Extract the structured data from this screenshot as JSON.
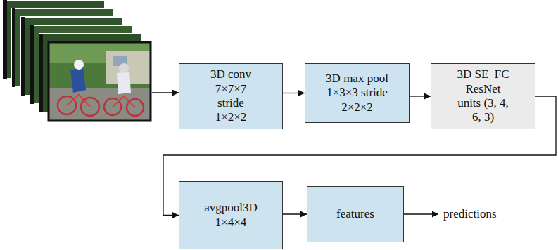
{
  "diagram": {
    "nodes": [
      {
        "text": [
          "3D conv 7×7×7 stride 1×2×2"
        ]
      },
      {
        "text": [
          "3D max pool 1×3×3 stride 2×2×2"
        ]
      },
      {
        "text": [
          "3D SE_FC ResNet units (3, 4, 6, 3)"
        ]
      },
      {
        "text": [
          "avgpool3D 1×4×4"
        ]
      },
      {
        "text": [
          "features"
        ]
      }
    ],
    "edges": [
      {
        "from": 0,
        "to": 1,
        "arrow": "to"
      },
      {
        "from": 1,
        "to": 2,
        "arrow": "to"
      },
      {
        "from": 2,
        "to": 3,
        "arrow": "to"
      },
      {
        "from": 3,
        "to": 4,
        "arrow": "to"
      }
    ],
    "labels": [
      "predictions"
    ]
  }
}
